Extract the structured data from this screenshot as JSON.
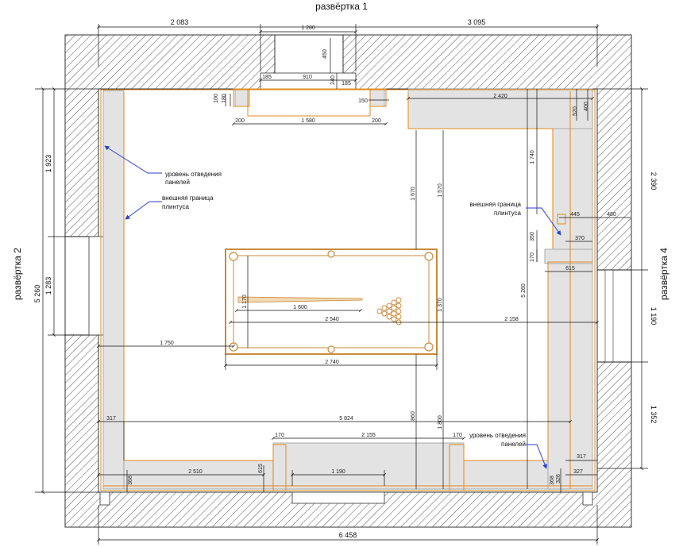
{
  "views": {
    "top": "развёртка 1",
    "left": "развёртка 2",
    "right": "развёртка 4"
  },
  "notes": {
    "panel_level_left": [
      "уровень отведения",
      "панелей"
    ],
    "skirting_left": [
      "внешняя граница",
      "плинтуса"
    ],
    "skirting_right": [
      "внешняя граница",
      "плинтуса"
    ],
    "panel_level_right": [
      "уровень отведения",
      "панелей"
    ]
  },
  "dims": {
    "d2083": "2 083",
    "d1280": "1 280",
    "d3095": "3 095",
    "d450": "450",
    "d185a": "185",
    "d910": "910",
    "d240": "240",
    "d185b": "185",
    "d200a": "200",
    "d1580": "1 580",
    "d200b": "200",
    "d150": "150",
    "d100": "100",
    "d180": "180",
    "d2420": "2 420",
    "d400": "400",
    "d520": "520",
    "d1740": "1 740",
    "d1670": "1 670",
    "d1570": "1 570",
    "d5260": "5 260",
    "d1923": "1 923",
    "d1283": "1 283",
    "d5260_left": "5 260",
    "d2390": "2 390",
    "d445": "445",
    "d480": "480",
    "d370": "370",
    "d350": "350",
    "d170v": "170",
    "d615r": "615",
    "d1190r": "1 190",
    "d1352": "1 352",
    "d1170": "1 170",
    "d1600": "1 600",
    "d2540": "2 540",
    "d2158": "2 158",
    "d1750": "1 750",
    "d1370": "1 370",
    "d2740": "2 740",
    "d317a": "317",
    "d5824": "5 824",
    "d860": "860",
    "d1800": "1 800",
    "d170a": "170",
    "d2155": "2 155",
    "d170b": "170",
    "d317b": "317",
    "d327": "327",
    "d326": "326",
    "d368a": "368",
    "d2510": "2 510",
    "d615b": "615",
    "d1190b": "1 190",
    "d368b": "368",
    "d6458": "6 458"
  },
  "colors": {
    "wall_hatch": "#555555",
    "panel_fill": "#e3e3e3",
    "skirting": "#e08a1e",
    "dimension": "#111111",
    "leader": "#2a3fd1",
    "table_wood": "#c98a3c"
  },
  "icons": {
    "table": "billiard-table-icon",
    "balls": "billiard-balls-icon",
    "cue": "cue-stick-icon"
  }
}
